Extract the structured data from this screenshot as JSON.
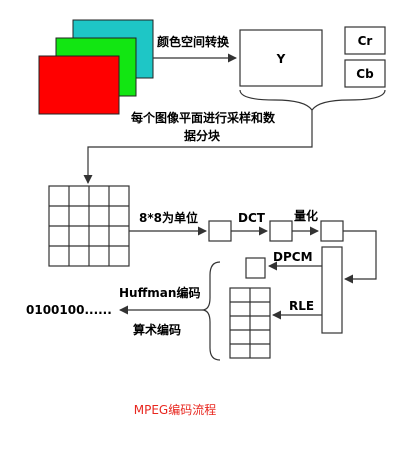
{
  "labels": {
    "color_space_conversion": "颜色空间转换",
    "y": "Y",
    "cr": "Cr",
    "cb": "Cb",
    "sampling_line1": "每个图像平面进行采样和数",
    "sampling_line2": "据分块",
    "block_unit": "8*8为单位",
    "dct": "DCT",
    "quantization": "量化",
    "dpcm": "DPCM",
    "rle": "RLE",
    "huffman": "Huffman编码",
    "bitstream": "0100100......",
    "arithmetic": "算术编码",
    "caption": "MPEG编码流程"
  },
  "colors": {
    "plane_cyan": "#1ec6c6",
    "plane_green": "#12e612",
    "plane_red": "#ff0000",
    "caption_red": "#e8271f",
    "stroke": "#333333"
  }
}
